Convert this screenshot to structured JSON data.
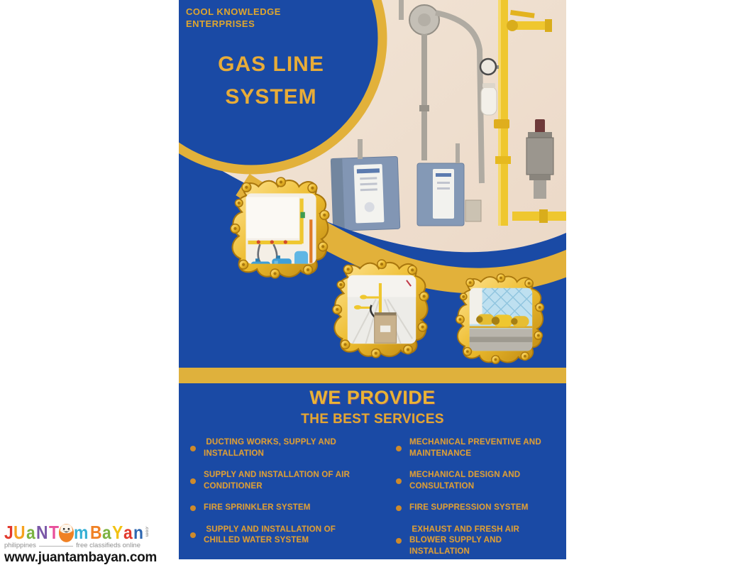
{
  "page": {
    "background_color": "#FFFFFF"
  },
  "poster": {
    "colors": {
      "poster_blue": "#1A4AA5",
      "band_yellow": "#E2B13A",
      "bar_yellow": "#DFB13C",
      "title_yellow": "#E8AC38",
      "service_text_yellow": "#D9A133",
      "bullet_orange": "#CE8A2B",
      "frame_gold": "#EDBC2E",
      "photo_wall_cream": "#EFDFD0"
    },
    "company_name": "COOL KNOWLEDGE ENTERPRISES",
    "title_line1": "GAS LINE",
    "title_line2": "SYSTEM",
    "headline": "WE PROVIDE",
    "subheadline": "THE BEST SERVICES",
    "services_left": [
      " DUCTING WORKS, SUPPLY AND INSTALLATION",
      "SUPPLY AND INSTALLATION OF AIR CONDITIONER",
      "FIRE SPRINKLER SYSTEM",
      " SUPPLY AND INSTALLATION OF CHILLED WATER SYSTEM"
    ],
    "services_right": [
      "MECHANICAL PREVENTIVE AND MAINTENANCE",
      "MECHANICAL DESIGN AND CONSULTATION",
      "FIRE SUPPRESSION SYSTEM",
      " EXHAUST AND FRESH AIR BLOWER SUPPLY AND INSTALLATION"
    ],
    "images": {
      "main_photo": "gas-line-piping-wall-installation",
      "frame1_photo": "lpg-tanks-with-manifold",
      "frame2_photo": "rooftop-gas-meter-piping",
      "frame3_photo": "caged-yellow-gas-cylinders"
    }
  },
  "watermark": {
    "letters": [
      {
        "ch": "J",
        "color": "#E23A2E"
      },
      {
        "ch": "U",
        "color": "#F6A21E"
      },
      {
        "ch": "a",
        "color": "#7CB342"
      },
      {
        "ch": "N",
        "color": "#7B58A8"
      },
      {
        "ch": "T",
        "color": "#E84F9B"
      },
      {
        "ch": "m",
        "color": "#35AFD4"
      },
      {
        "ch": "B",
        "color": "#F08124"
      },
      {
        "ch": "a",
        "color": "#7CB342"
      },
      {
        "ch": "Y",
        "color": "#F2C212"
      },
      {
        "ch": "a",
        "color": "#E23A2E"
      },
      {
        "ch": "n",
        "color": "#2E67B1"
      }
    ],
    "suffix_vertical": ".com",
    "tagline_left": "philippines",
    "tagline_right": "free classifieds online",
    "url": "www.juantambayan.com"
  }
}
